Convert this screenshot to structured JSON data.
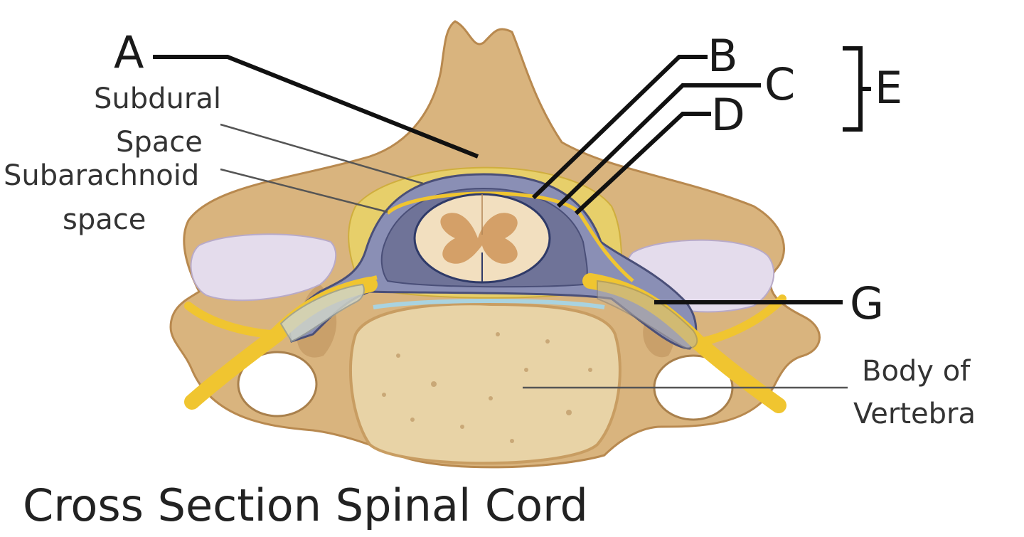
{
  "title": "Cross Section Spinal Cord",
  "labels": {
    "A": "A",
    "B": "B",
    "C": "C",
    "D": "D",
    "E": "E",
    "G": "G",
    "subdural": [
      "Subdural",
      "Space"
    ],
    "subarachnoid": [
      "Subarachnoid",
      "space"
    ],
    "body_of_vertebra": [
      "Body of",
      "Vertebra"
    ]
  },
  "colors": {
    "bone": "#d9b47e",
    "bone_dark": "#b8894f",
    "vertebral_body": "#e8d3a6",
    "cord": "#f2dfbf",
    "gray_matter": "#d4a068",
    "meninges": "#6f7398",
    "nerve": "#f0c530",
    "fat": "#e7cf6a",
    "cartilage": "#e4dcec",
    "leader": "#111111",
    "thin_leader": "#555555"
  }
}
